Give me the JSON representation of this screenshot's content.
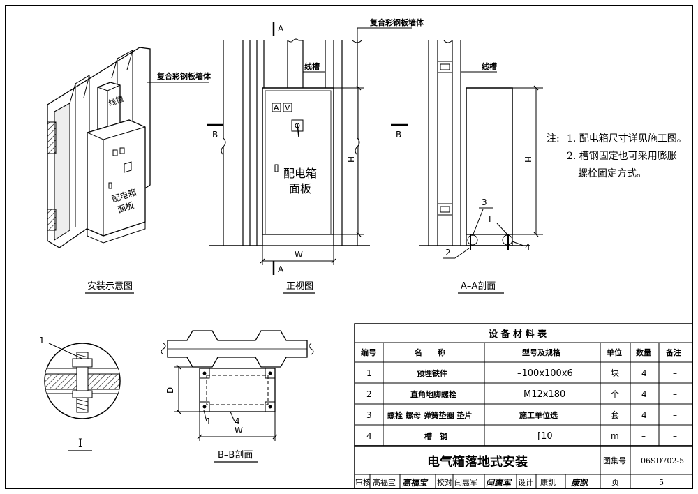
{
  "labels": {
    "wall_label_iso": "复合彩钢板墙体",
    "wall_label_front": "复合彩钢板墙体",
    "trough_iso": "线槽",
    "trough_front": "线槽",
    "trough_section": "线槽",
    "panel_iso_line1": "配电箱",
    "panel_iso_line2": "面板",
    "panel_front_line1": "配电箱",
    "panel_front_line2": "面板",
    "meter_a": "A",
    "meter_v": "V",
    "section_a": "A",
    "section_b": "B",
    "dim_w": "W",
    "dim_h": "H",
    "dim_d": "D",
    "callout_1": "1",
    "callout_2": "2",
    "callout_3": "3",
    "callout_4": "4",
    "callout_i": "I"
  },
  "captions": {
    "iso": "安装示意图",
    "front": "正视图",
    "aa": "A–A剖面",
    "detail": "I",
    "bb": "B–B剖面"
  },
  "notes": {
    "prefix": "注:",
    "line1": "1. 配电箱尺寸详见施工图。",
    "line2": "2. 槽钢固定也可采用膨胀",
    "line3": "螺栓固定方式。"
  },
  "table": {
    "title": "设 备 材 料 表",
    "headers": [
      "编号",
      "名　　称",
      "型号及规格",
      "单位",
      "数量",
      "备注"
    ],
    "rows": [
      [
        "1",
        "预埋铁件",
        "–100x100x6",
        "块",
        "4",
        "–"
      ],
      [
        "2",
        "直角地脚螺栓",
        "M12x180",
        "个",
        "4",
        "–"
      ],
      [
        "3",
        "螺栓  螺母  弹簧垫圈  垫片",
        "施工单位选",
        "套",
        "4",
        "–"
      ],
      [
        "4",
        "槽　钢",
        "[10",
        "m",
        "–",
        "–"
      ]
    ]
  },
  "titleblock": {
    "title": "电气箱落地式安装",
    "atlas_label": "图集号",
    "atlas_no": "06SD702-5",
    "page_label": "页",
    "page_no": "5",
    "review_label": "审核",
    "review_name": "高福宝",
    "review_sign": "高福宝",
    "check_label": "校对",
    "check_name": "闫惠军",
    "check_sign": "闫惠军",
    "design_label": "设计",
    "design_name": "康凯",
    "design_sign": "康凯"
  }
}
